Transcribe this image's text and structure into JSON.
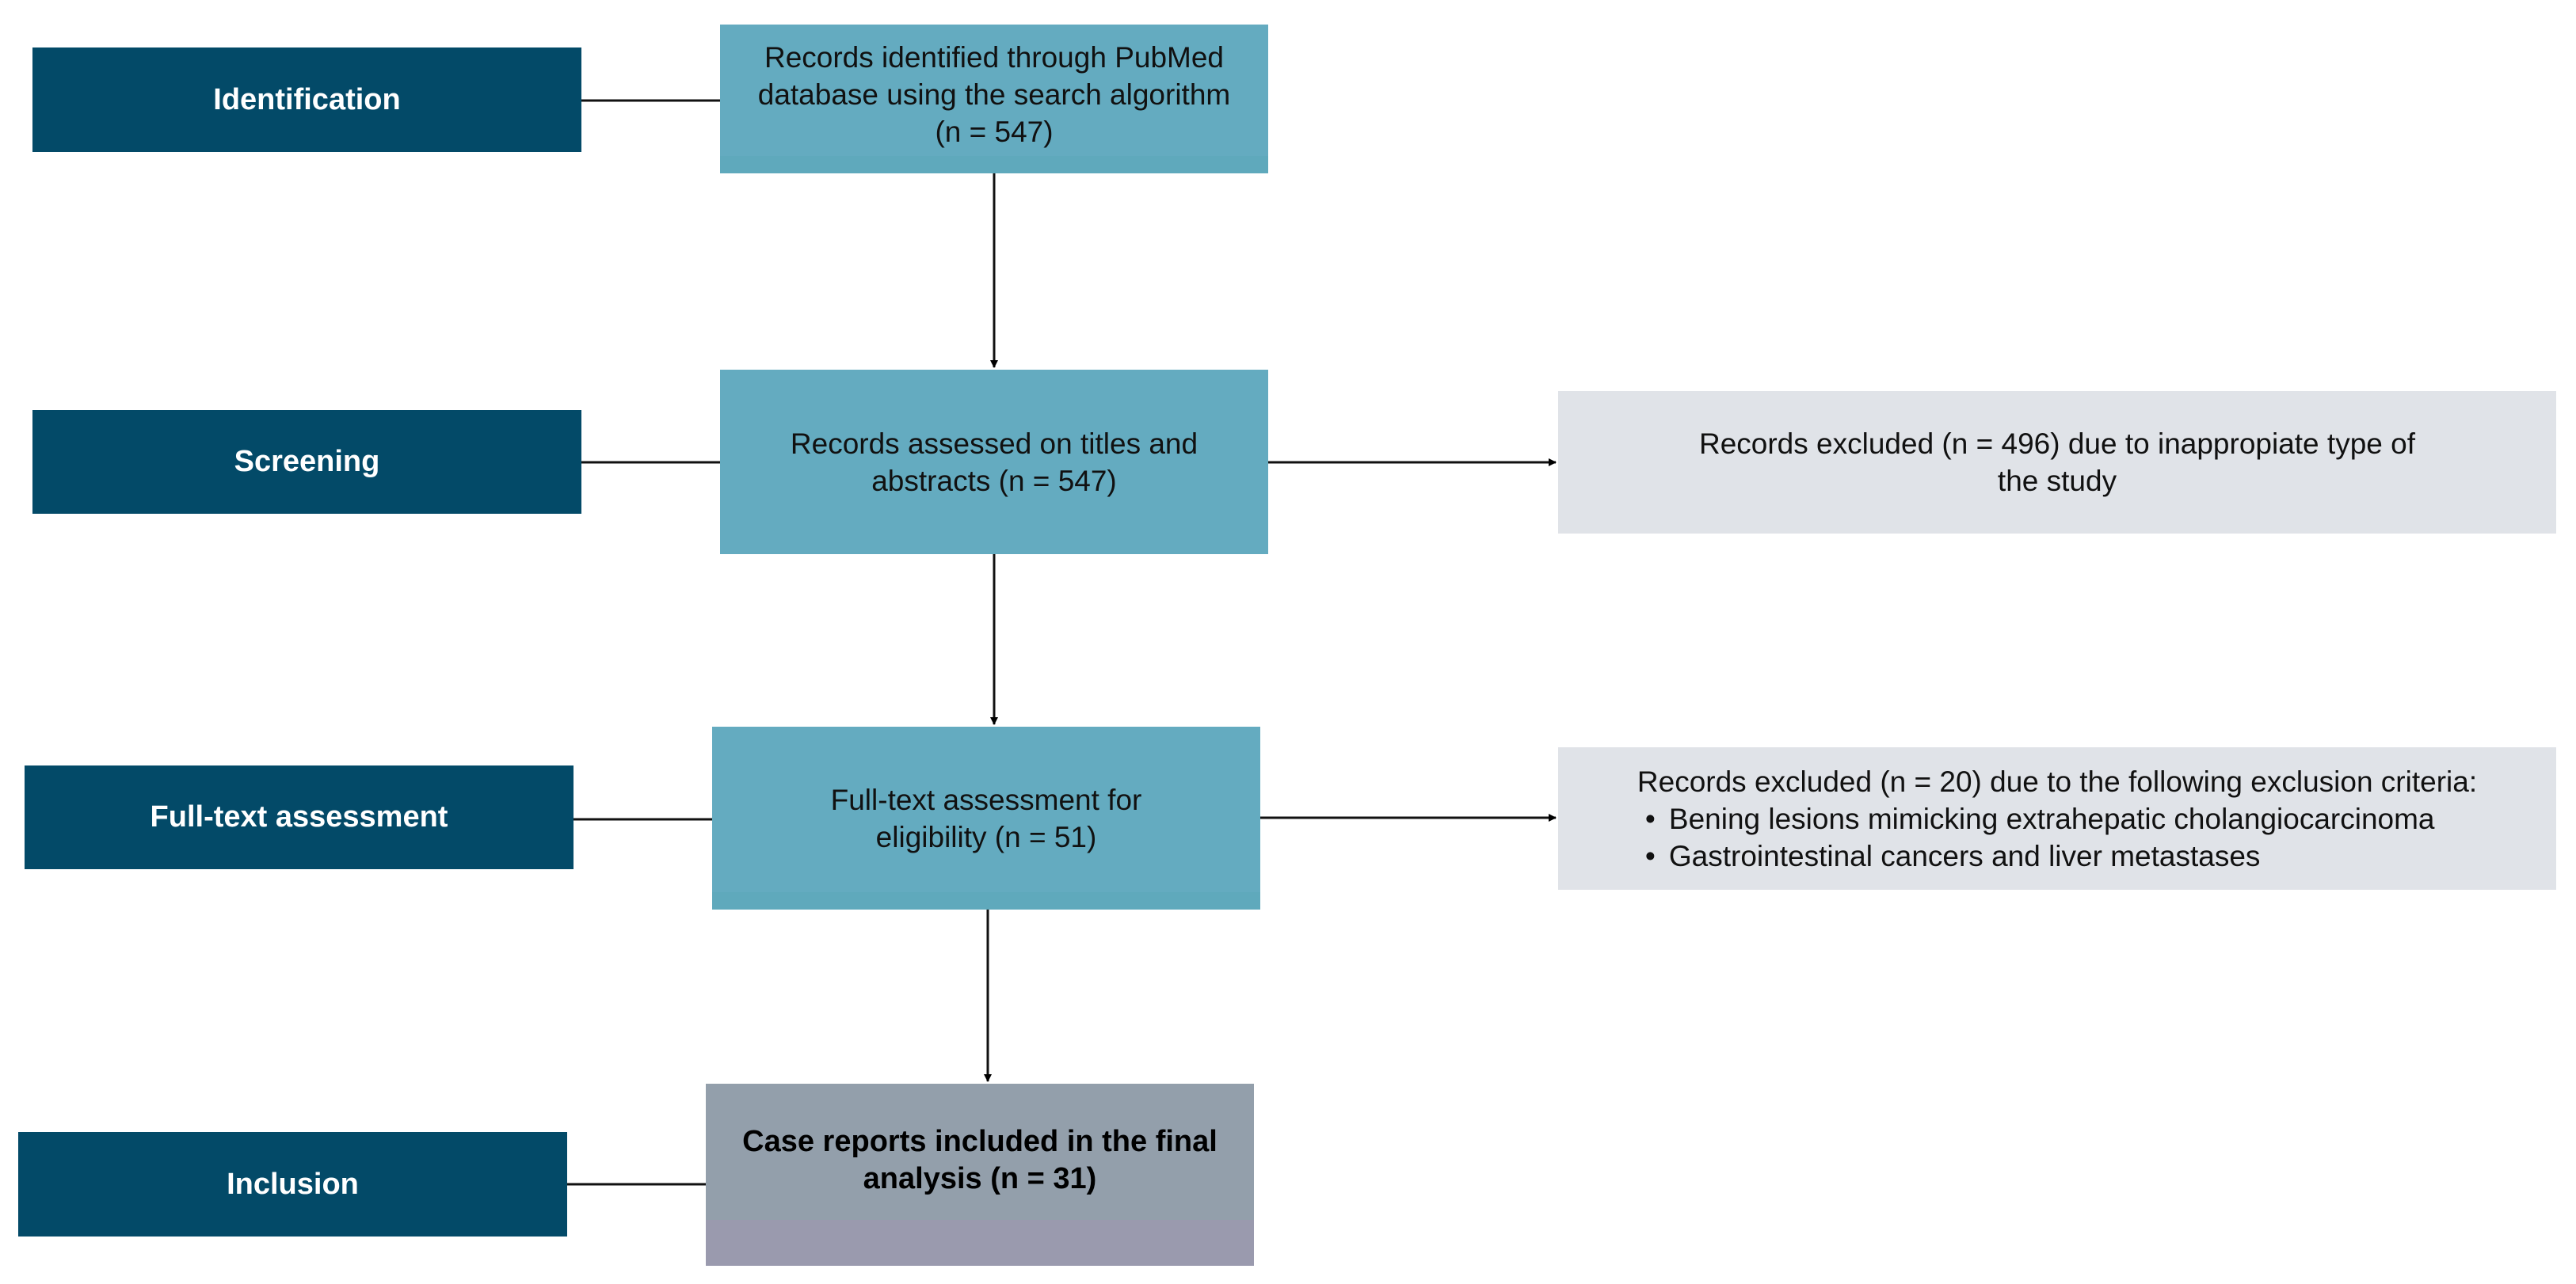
{
  "phases": {
    "identification": "Identification",
    "screening": "Screening",
    "fulltext": "Full-text assessment",
    "inclusion": "Inclusion"
  },
  "boxes": {
    "identified": "Records identified through PubMed database using the search algorithm (n = 547)",
    "screened": "Records assessed on titles and abstracts (n = 547)",
    "fulltext": "Full-text assessment for eligibility (n = 51)",
    "included": "Case reports included in the final analysis (n = 31)"
  },
  "exclusions": {
    "screening": "Records excluded (n = 496) due to inappropiate type of the study",
    "fulltext": {
      "heading": "Records excluded (n = 20) due to the following exclusion criteria:",
      "criteria": [
        "Bening lesions mimicking extrahepatic cholangiocarcinoma",
        "Gastrointestinal cancers and liver metastases"
      ]
    }
  },
  "colors": {
    "phase": "#034a68",
    "process": "#64abc0",
    "excluded": "#e0e3e8",
    "final": "#939fab"
  }
}
